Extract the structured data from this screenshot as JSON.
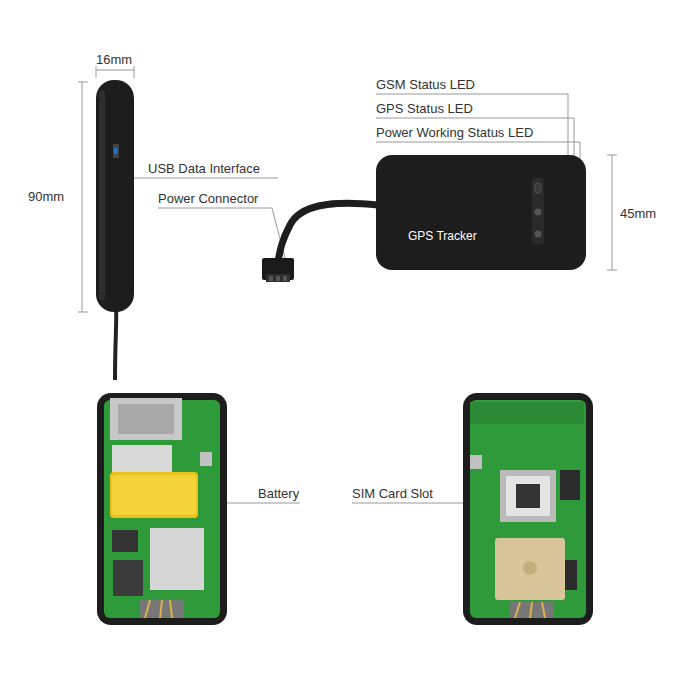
{
  "diagram": {
    "labels": [
      "16mm",
      "90mm",
      "USB Data Interface",
      "Power Connector",
      "GSM Status LED",
      "GPS Status LED",
      "Power Working Status LED",
      "GPS Tracker",
      "45mm",
      "Battery",
      "SIM Card Slot"
    ]
  }
}
